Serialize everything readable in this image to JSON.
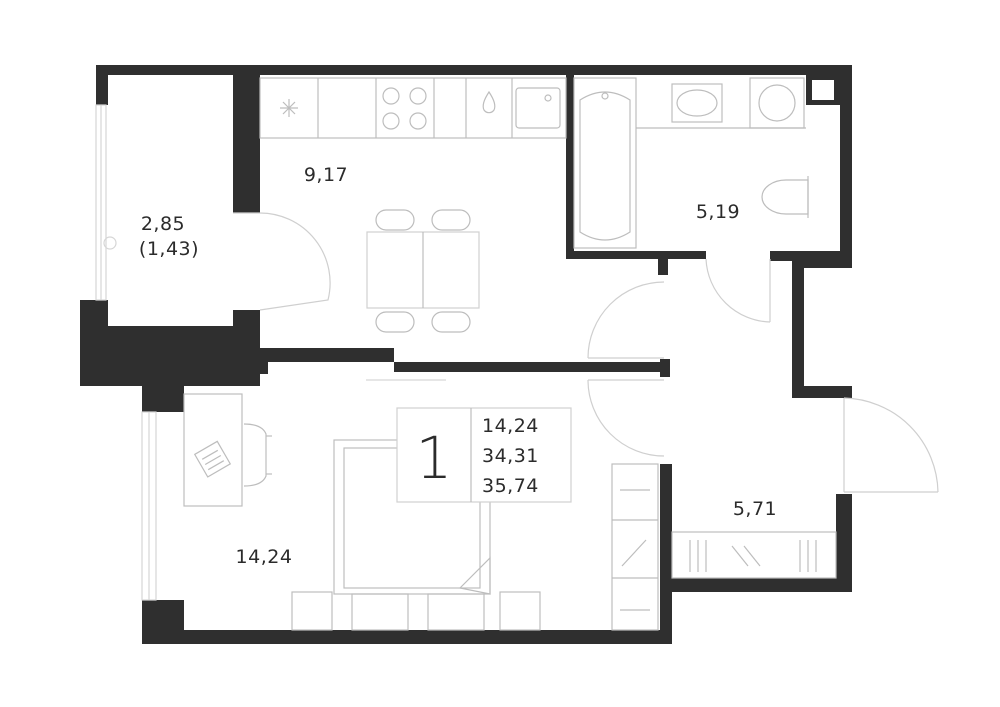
{
  "apartment": {
    "rooms_count": "1",
    "living_area": "14,24",
    "total_area": "34,31",
    "total_area_with_balcony": "35,74"
  },
  "rooms": {
    "balcony": {
      "area": "2,85",
      "reduced_area": "(1,43)"
    },
    "kitchen": {
      "area": "9,17"
    },
    "bathroom": {
      "area": "5,19"
    },
    "living_room": {
      "area": "14,24"
    },
    "hallway": {
      "area": "5,71"
    }
  },
  "colors": {
    "walls": "#2f2f2f",
    "lines": "#d0d0d0",
    "text": "#2b2b2b"
  }
}
